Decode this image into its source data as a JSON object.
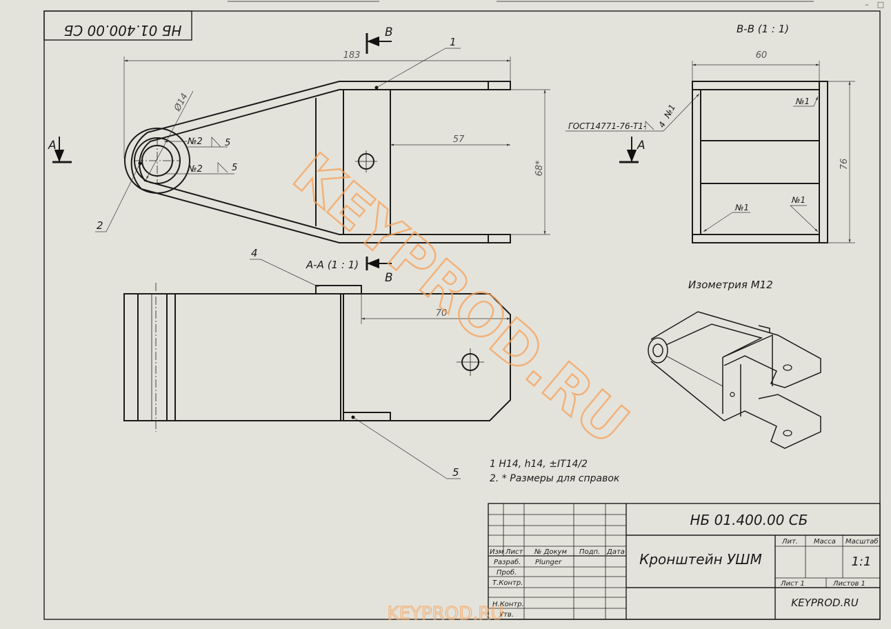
{
  "designation": "НБ 01.400.00 СБ",
  "designation_stamp": "НБ 01.400.00 СБ",
  "title": "Кронштейн УШМ",
  "company": "KEYPROD.RU",
  "watermark": "KEYPROD.RU",
  "watermark_bottom": "KEYPROD.RU",
  "views": {
    "section_bb": "В-В  (1 : 1)",
    "section_aa": "А-А  (1 : 1)",
    "isometric": "Изометрия М12",
    "cut_b": "В",
    "cut_a": "А"
  },
  "dimensions": {
    "overall_length": "183",
    "slot": "57",
    "width": "68*",
    "hole_dia": "Ø14",
    "offset": "70",
    "bb_width": "60",
    "bb_height": "76"
  },
  "welds": {
    "w1": "№2",
    "w1_leg": "5",
    "w2": "№2",
    "w2_leg": "5",
    "gost": "ГОСТ14771-76-Т1-",
    "gost_leg": "4",
    "gost_num": "№1",
    "bb1": "№1",
    "bb2": "№1",
    "bb3": "№1"
  },
  "balloons": [
    "1",
    "2",
    "4",
    "5"
  ],
  "notes": [
    "1 Н14, h14, ±IT14/2",
    "2. * Размеры для справок"
  ],
  "title_block": {
    "headers": [
      "Изм",
      "Лист",
      "№ Докум",
      "Подп.",
      "Дата"
    ],
    "roles": [
      "Разраб.",
      "Проб.",
      "Т.Контр.",
      "Н.Контр.",
      "Утв."
    ],
    "developer": "Plunger",
    "lit": "Лит.",
    "mass": "Масса",
    "scale_label": "Масштаб",
    "scale": "1:1",
    "sheet": "Лист 1",
    "sheets": "Листов 1"
  },
  "window_buttons": [
    "minimize-icon",
    "maximize-icon"
  ]
}
